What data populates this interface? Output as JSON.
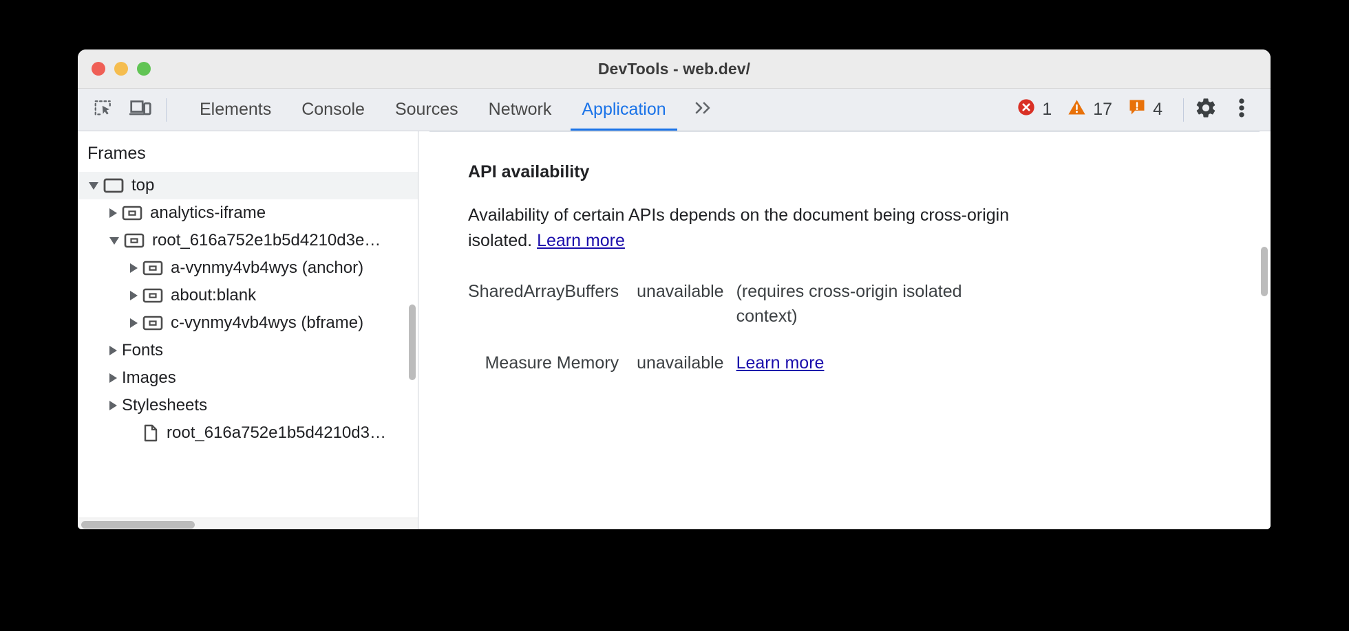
{
  "window": {
    "title": "DevTools - web.dev/",
    "traffic_lights": [
      "close-red",
      "minimize-yellow",
      "zoom-green"
    ]
  },
  "toolbar": {
    "inspect_icon": "inspect-element-icon",
    "device_icon": "device-toolbar-icon",
    "tabs": [
      {
        "label": "Elements",
        "active": false
      },
      {
        "label": "Console",
        "active": false
      },
      {
        "label": "Sources",
        "active": false
      },
      {
        "label": "Network",
        "active": false
      },
      {
        "label": "Application",
        "active": true
      }
    ],
    "more_tabs_label": "»",
    "counters": {
      "errors": "1",
      "warnings": "17",
      "issues": "4"
    },
    "settings_icon": "gear-icon",
    "menu_icon": "kebab-menu-icon"
  },
  "sidebar": {
    "title": "Frames",
    "tree": [
      {
        "label": "top",
        "depth": 0,
        "state": "open",
        "icon": "frame-icon",
        "selected": true
      },
      {
        "label": "analytics-iframe",
        "depth": 1,
        "state": "closed",
        "icon": "frame-icon",
        "selected": false
      },
      {
        "label": "root_616a752e1b5d4210d3e…",
        "depth": 1,
        "state": "open",
        "icon": "frame-icon",
        "selected": false
      },
      {
        "label": "a-vynmy4vb4wys (anchor)",
        "depth": 2,
        "state": "closed",
        "icon": "frame-icon",
        "selected": false
      },
      {
        "label": "about:blank",
        "depth": 2,
        "state": "closed",
        "icon": "frame-icon",
        "selected": false
      },
      {
        "label": "c-vynmy4vb4wys (bframe)",
        "depth": 2,
        "state": "closed",
        "icon": "frame-icon",
        "selected": false
      },
      {
        "label": "Fonts",
        "depth": 1,
        "state": "closed",
        "icon": "none",
        "selected": false
      },
      {
        "label": "Images",
        "depth": 1,
        "state": "closed",
        "icon": "none",
        "selected": false
      },
      {
        "label": "Stylesheets",
        "depth": 1,
        "state": "closed",
        "icon": "none",
        "selected": false
      },
      {
        "label": "root_616a752e1b5d4210d3…",
        "depth": 2,
        "state": "none",
        "icon": "document-icon",
        "selected": false
      }
    ]
  },
  "main": {
    "section_title": "API availability",
    "description_part1": "Availability of certain APIs depends on the document being cross-origin isolated. ",
    "description_link": "Learn more",
    "rows": [
      {
        "name": "SharedArrayBuffers",
        "value": "unavailable",
        "note": "(requires cross-origin isolated context)",
        "link": ""
      },
      {
        "name": "Measure Memory",
        "value": "unavailable",
        "note": "",
        "link": "Learn more"
      }
    ]
  },
  "colors": {
    "accent": "#1a73e8",
    "link": "#1a0dab",
    "error": "#d93025",
    "warning": "#e8710a",
    "issue": "#e8710a",
    "titlebar": "#ececec",
    "toolbar": "#eceef2"
  }
}
